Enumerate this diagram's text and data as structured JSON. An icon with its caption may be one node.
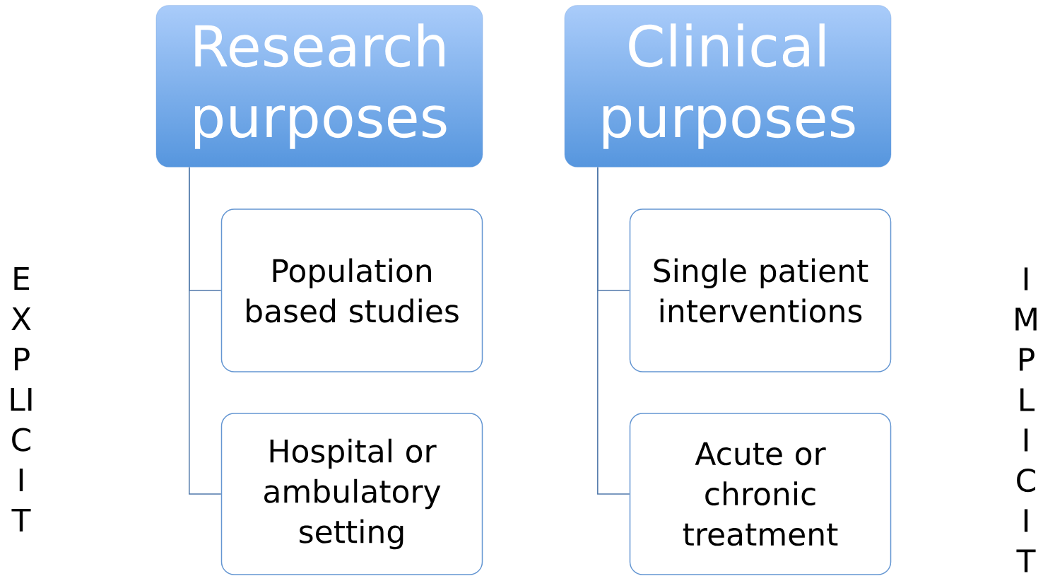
{
  "diagram": {
    "nodes": [
      {
        "text": [
          "Research purposes"
        ]
      },
      {
        "text": [
          "Population based studies"
        ]
      },
      {
        "text": [
          "Hospital or ambulatory setting"
        ]
      },
      {
        "text": [
          "Clinical purposes"
        ]
      },
      {
        "text": [
          "Single patient interventions"
        ]
      },
      {
        "text": [
          "Acute or chronic treatment"
        ]
      }
    ],
    "edges": [
      {
        "from": 0,
        "to": 1,
        "arrow": "none"
      },
      {
        "from": 0,
        "to": 2,
        "arrow": "none"
      },
      {
        "from": 3,
        "to": 4,
        "arrow": "none"
      },
      {
        "from": 3,
        "to": 5,
        "arrow": "none"
      }
    ],
    "labels": [
      "E X P LI C I T",
      "I M P L I C I T"
    ]
  }
}
